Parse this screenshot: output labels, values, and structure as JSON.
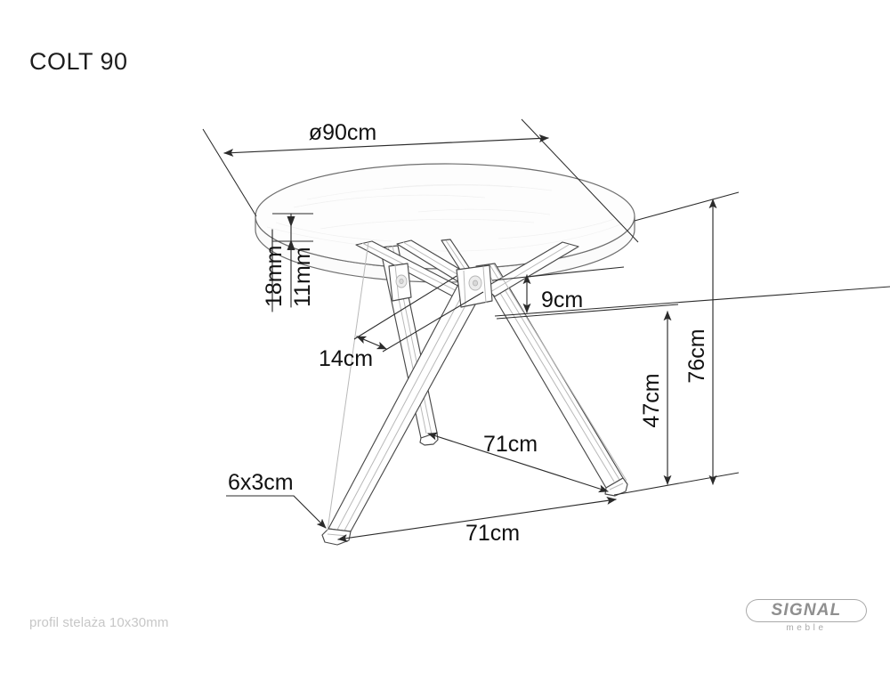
{
  "document": {
    "title": "COLT 90",
    "footnote": "profil stelaża 10x30mm"
  },
  "logo": {
    "brand": "SIGNAL",
    "tagline": "meble"
  },
  "drawing": {
    "subject": "round-dining-table",
    "dimensions": {
      "diameter": "ø90cm",
      "top_thickness": "18mm",
      "edge_band": "11mm",
      "center_hub_height": "9cm",
      "hub_offset": "14cm",
      "total_height": "76cm",
      "leg_height": "47cm",
      "leg_span_front": "71cm",
      "leg_span_side": "71cm",
      "profile": "6x3cm"
    }
  },
  "labels": {
    "diameter": "ø90cm",
    "thickness_18": "18mm",
    "thickness_11": "11mm",
    "hub_9": "9cm",
    "offset_14": "14cm",
    "height_76": "76cm",
    "height_47": "47cm",
    "span_71_upper": "71cm",
    "span_71_lower": "71cm",
    "profile_6x3": "6x3cm"
  },
  "colors": {
    "ink": "#1a1a1a",
    "line": "#2b2b2b",
    "metal": "#4a4a4a",
    "muted": "#c7c7c7",
    "logo": "#8f8f8f",
    "background": "#ffffff"
  }
}
